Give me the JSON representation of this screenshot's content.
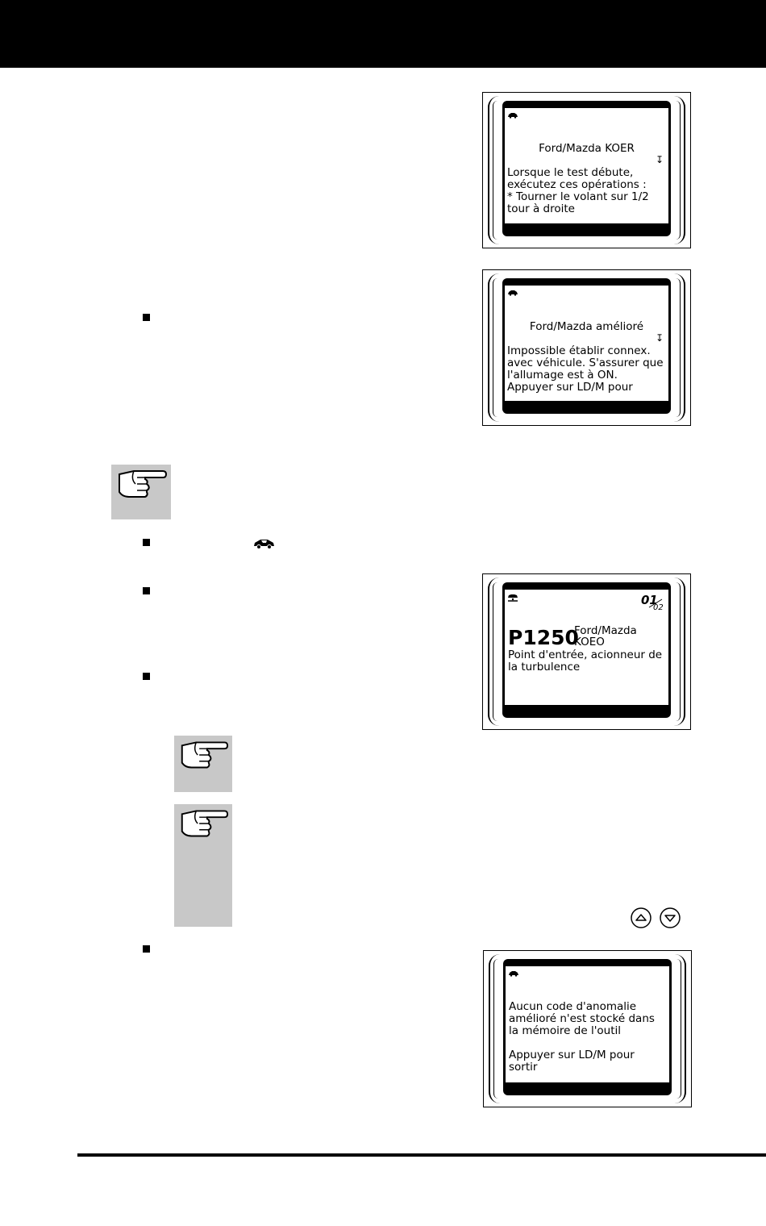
{
  "screens": {
    "koer": {
      "title": "Ford/Mazda KOER",
      "body": "Lorsque le test débute,\nexécutez ces opérations :\n* Tourner le volant sur 1/2\ntour à droite",
      "scroll_icon": "down-arrow-icon"
    },
    "enhanced": {
      "title": "Ford/Mazda amélioré",
      "body": "Impossible établir connex.\navec véhicule. S'assurer que\nl'allumage est à ON.\nAppuyer sur LD/M pour",
      "scroll_icon": "down-arrow-icon"
    },
    "code": {
      "page_current": "01",
      "page_total": "02",
      "code": "P1250",
      "make": "Ford/Mazda",
      "mode": "KOEO",
      "description": "Point d'entrée, acionneur de\nla turbulence"
    },
    "nocode": {
      "body": "Aucun code d'anomalie\namélioré n'est stocké dans\nla mémoire de l'outil\n\nAppuyer sur LD/M pour\nsortir"
    }
  },
  "icons": {
    "note": "pointing-hand-icon",
    "vehicle": "car-icon",
    "up": "up-button-icon",
    "down": "down-button-icon"
  },
  "colors": {
    "header": "#000000",
    "note_background": "#c8c8c8"
  }
}
